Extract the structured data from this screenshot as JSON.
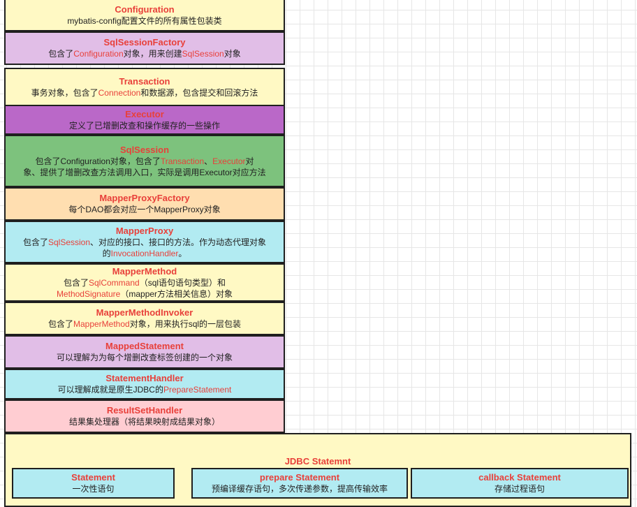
{
  "boxes": {
    "configuration": {
      "title": "Configuration",
      "desc": "mybatis-config配置文件的所有属性包装类"
    },
    "sqlsessionfactory": {
      "title": "SqlSessionFactory",
      "d1": "包含了",
      "h1": "Configuration",
      "d2": "对象，用来创建",
      "h2": "SqlSession",
      "d3": "对象"
    },
    "transaction": {
      "title": "Transaction",
      "d1": "事务对象，包含了",
      "h1": "Connection",
      "d2": "和数据源，包含提交和回滚方法"
    },
    "executor": {
      "title": "Executor",
      "desc": "定义了已增删改查和操作缓存的一些操作"
    },
    "sqlsession": {
      "title": "SqlSession",
      "d1": "包含了Configuration对象，包含了",
      "h1": "Transaction",
      "d2": "、",
      "h2": "Executor",
      "d3": "对",
      "line2": "象、提供了增删改查方法调用入口，实际是调用Executor对应方法"
    },
    "mapperproxyfactory": {
      "title": "MapperProxyFactory",
      "desc": "每个DAO都会对应一个MapperProxy对象"
    },
    "mapperproxy": {
      "title": "MapperProxy",
      "d1": "包含了",
      "h1": "SqlSession",
      "d2": "、对应的接口、接口的方法。作为动态代理对象",
      "d3": "的",
      "h2": "InvocationHandler",
      "d4": "。"
    },
    "mappermethod": {
      "title": "MapperMethod",
      "d1": "包含了",
      "h1": "SqlCommand",
      "d2": "（sql语句语句类型）和",
      "h2": "MethodSignature",
      "d3": "（mapper方法相关信息）对象"
    },
    "mappermethodinvoker": {
      "title": "MapperMethodInvoker",
      "d1": "包含了",
      "h1": "MapperMethod",
      "d2": "对象，用来执行sql的一层包装"
    },
    "mappedstatement": {
      "title": "MappedStatement",
      "desc": "可以理解为为每个增删改查标签创建的一个对象"
    },
    "statementhandler": {
      "title": "StatementHandler",
      "d1": "可以理解成就是原生JDBC的",
      "h1": "PrepareStatement"
    },
    "resultsethandler": {
      "title": "ResultSetHandler",
      "desc": "结果集处理器（将结果映射成结果对象）"
    }
  },
  "jdbc": {
    "title": "JDBC Statemnt",
    "statement": {
      "title": "Statement",
      "desc": "一次性语句"
    },
    "prepare": {
      "title": "prepare Statement",
      "desc": "预编译缓存语句，多次传递参数，提高传输效率"
    },
    "callback": {
      "title": "callback Statement",
      "desc": "存储过程语句"
    }
  },
  "colors": {
    "highlight": "#e8403a",
    "yellow": "#fff9c4",
    "lilac": "#e1bee7",
    "purple": "#ba68c8",
    "green": "#7dc27d",
    "peach": "#ffdeb0",
    "cyan": "#b2ebf2",
    "pink": "#ffcdd2"
  }
}
